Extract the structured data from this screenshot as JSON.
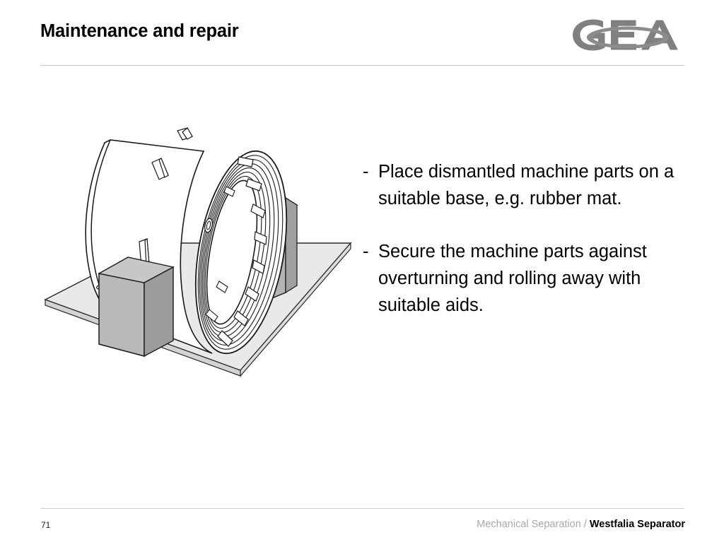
{
  "header": {
    "title": "Maintenance and repair",
    "logo_text": "GEA",
    "logo_name": "gea-logo",
    "logo_color": "#808080",
    "rule_color": "#c9c9c9"
  },
  "main": {
    "bullets": [
      {
        "marker": "-",
        "text": "Place dismantled machine parts on a suitable base, e.g. rubber mat."
      },
      {
        "marker": "-",
        "text": "Secure the machine parts against overturning and rolling away with suitable aids."
      }
    ],
    "illustration": {
      "name": "separator-bowl-on-rubber-mat-diagram",
      "description": "Isometric line drawing of a large cylindrical separator bowl shell lying on a light grey rubber mat, secured against rolling by two grey chock blocks.",
      "parts": [
        "rubber-mat",
        "front-chock-block",
        "rear-chock-block",
        "bowl-shell-cylinder",
        "bowl-shell-grooved-rim",
        "bowl-shell-slots"
      ],
      "colors": {
        "mat_fill": "#e9e9e9",
        "mat_edge": "#d6d6d6",
        "chock_face": "#b9b9b9",
        "chock_top": "#c9c9c9",
        "chock_side": "#9e9e9e",
        "outline": "#1a1a1a",
        "body_fill": "#ffffff"
      }
    }
  },
  "footer": {
    "page_number": "71",
    "left_text": "Mechanical Separation /",
    "brand": "Westfalia Separator",
    "rule_color": "#cfcfcf"
  }
}
